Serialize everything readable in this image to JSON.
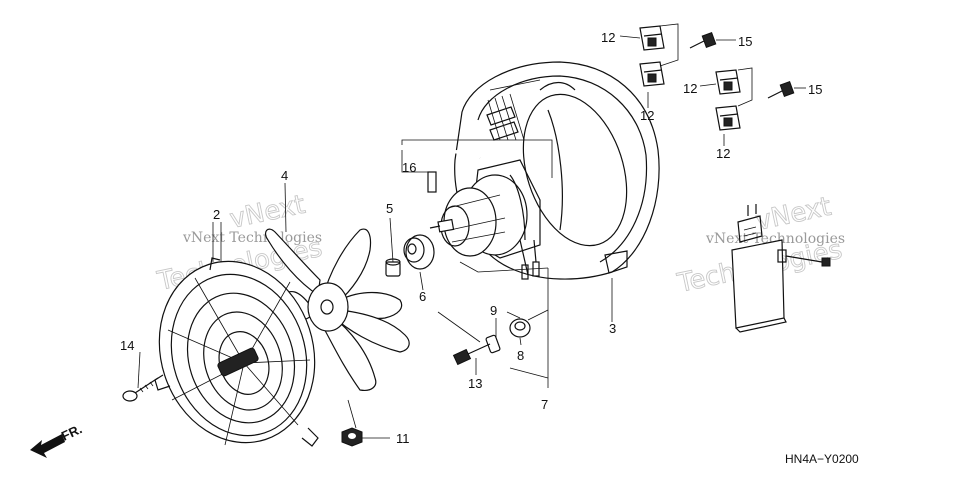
{
  "diagram": {
    "code": "HN4A−Y0200",
    "direction_label": "FR.",
    "watermarks": {
      "left_small": "vNext Technologies",
      "left_large_1": "vNext",
      "left_large_2": "Technologies",
      "right_small": "vNext Technologies",
      "right_large_1": "vNext",
      "right_large_2": "Technologies"
    },
    "callouts": [
      {
        "id": "2",
        "text": "2"
      },
      {
        "id": "3",
        "text": "3"
      },
      {
        "id": "4",
        "text": "4"
      },
      {
        "id": "5",
        "text": "5"
      },
      {
        "id": "6",
        "text": "6"
      },
      {
        "id": "7",
        "text": "7"
      },
      {
        "id": "8",
        "text": "8"
      },
      {
        "id": "9",
        "text": "9"
      },
      {
        "id": "11",
        "text": "11"
      },
      {
        "id": "12a",
        "text": "12"
      },
      {
        "id": "12b",
        "text": "12"
      },
      {
        "id": "12c",
        "text": "12"
      },
      {
        "id": "12d",
        "text": "12"
      },
      {
        "id": "13",
        "text": "13"
      },
      {
        "id": "14",
        "text": "14"
      },
      {
        "id": "15a",
        "text": "15"
      },
      {
        "id": "15b",
        "text": "15"
      },
      {
        "id": "16",
        "text": "16"
      }
    ]
  }
}
